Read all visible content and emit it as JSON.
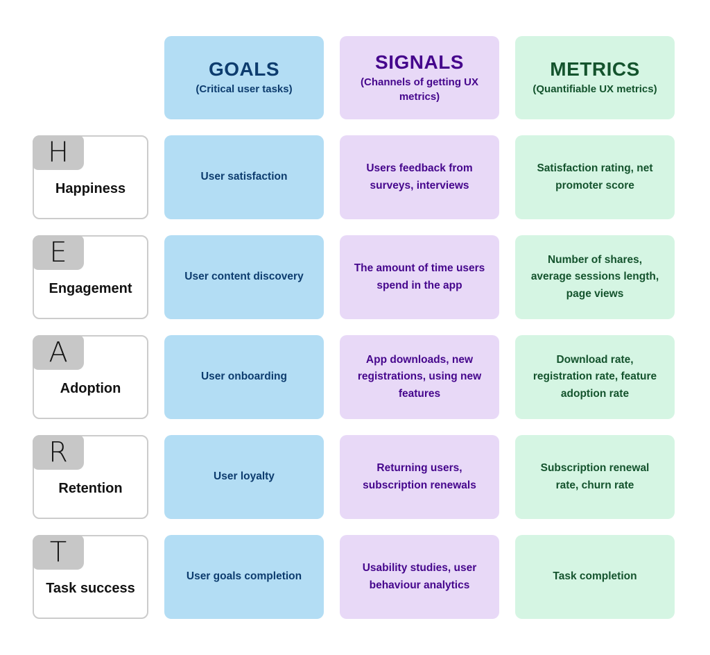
{
  "palette": {
    "background": "#ffffff",
    "goals_bg": "#b3ddf4",
    "goals_text": "#0d3c6e",
    "signals_bg": "#e8d9f7",
    "signals_text": "#45068c",
    "metrics_bg": "#d5f5e3",
    "metrics_text": "#14532d",
    "card_border": "#cccccc",
    "tab_bg": "#c7c7c7",
    "row_text": "#121212"
  },
  "columns": [
    {
      "key": "goals",
      "title": "GOALS",
      "subtitle": "(Critical user tasks)"
    },
    {
      "key": "signals",
      "title": "SIGNALS",
      "subtitle": "(Channels of getting UX metrics)"
    },
    {
      "key": "metrics",
      "title": "METRICS",
      "subtitle": "(Quantifiable UX metrics)"
    }
  ],
  "rows": [
    {
      "letter": "H",
      "label": "Happiness",
      "goals": "User satisfaction",
      "signals": "Users feedback from surveys, interviews",
      "metrics": "Satisfaction rating, net promoter score"
    },
    {
      "letter": "E",
      "label": "Engagement",
      "goals": "User content discovery",
      "signals": "The amount of time users spend in the app",
      "metrics": "Number of shares, average sessions length, page views"
    },
    {
      "letter": "A",
      "label": "Adoption",
      "goals": "User onboarding",
      "signals": "App downloads, new registrations, using new features",
      "metrics": "Download rate, registration rate, feature adoption rate"
    },
    {
      "letter": "R",
      "label": "Retention",
      "goals": "User loyalty",
      "signals": "Returning users, subscription renewals",
      "metrics": "Subscription renewal rate, churn rate"
    },
    {
      "letter": "T",
      "label": "Task success",
      "goals": "User goals completion",
      "signals": "Usability studies, user behaviour analytics",
      "metrics": "Task completion"
    }
  ]
}
